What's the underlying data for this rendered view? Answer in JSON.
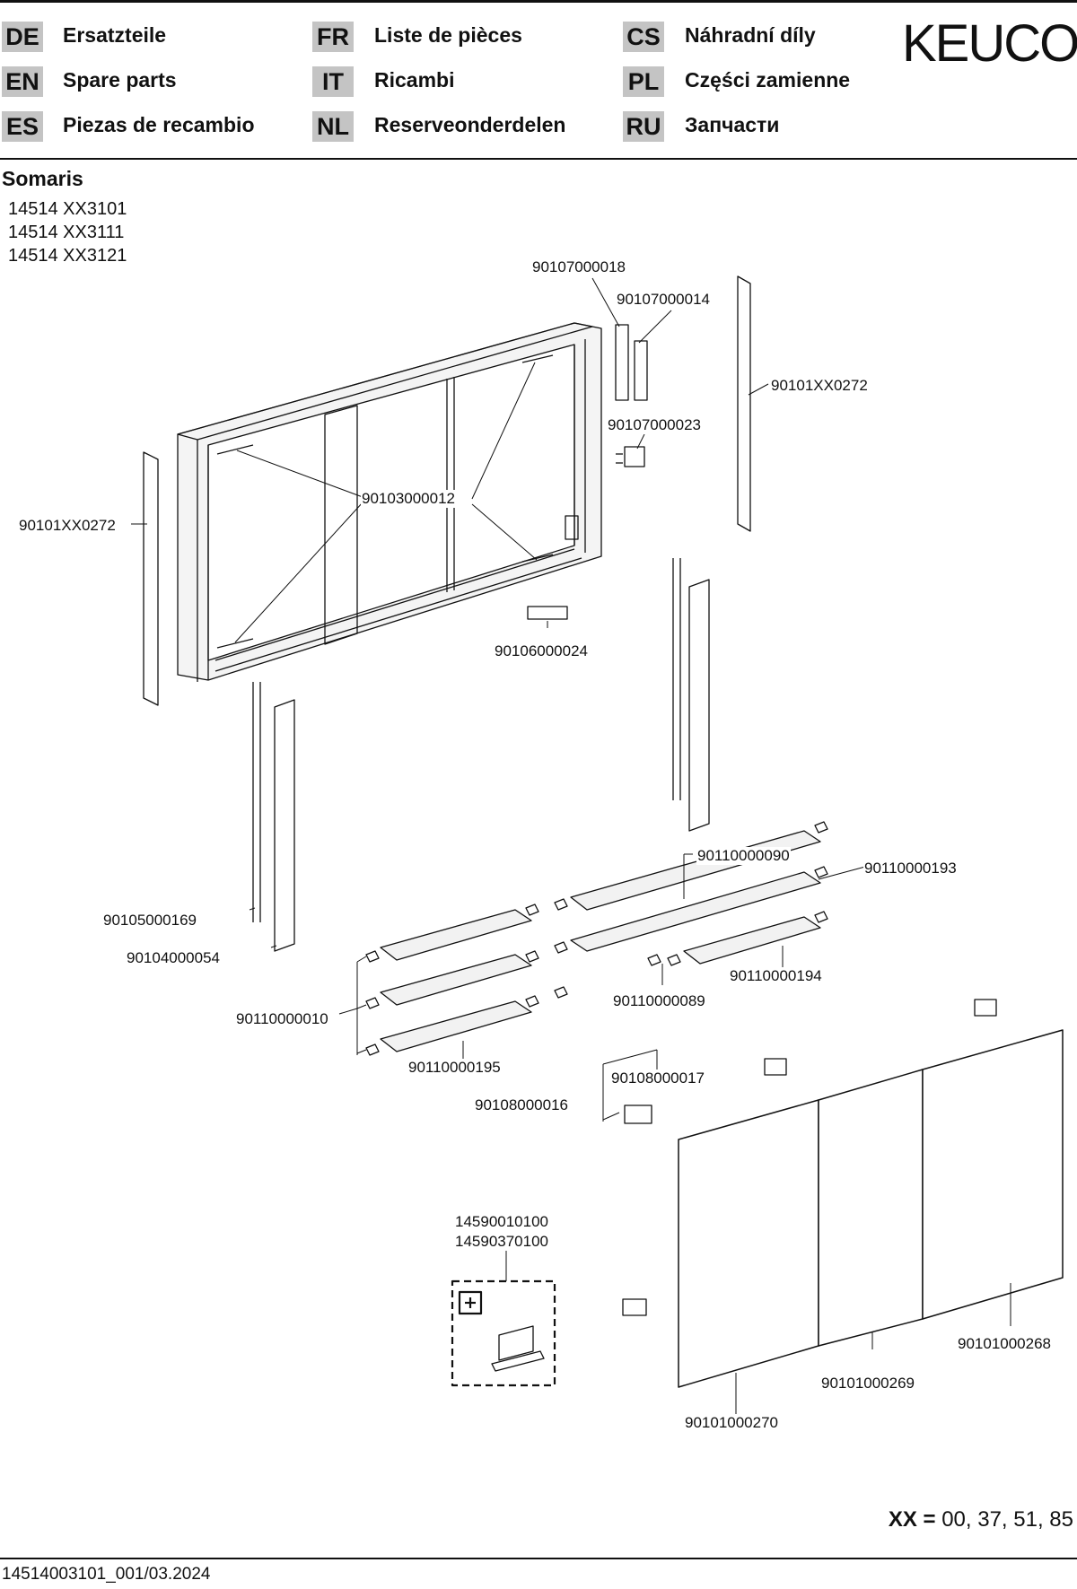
{
  "header": {
    "languages": [
      {
        "code": "DE",
        "label": "Ersatzteile"
      },
      {
        "code": "EN",
        "label": "Spare parts"
      },
      {
        "code": "ES",
        "label": "Piezas de recambio"
      },
      {
        "code": "FR",
        "label": "Liste de pièces"
      },
      {
        "code": "IT",
        "label": "Ricambi"
      },
      {
        "code": "NL",
        "label": "Reserveonderdelen"
      },
      {
        "code": "CS",
        "label": "Náhradní díly"
      },
      {
        "code": "PL",
        "label": "Części zamienne"
      },
      {
        "code": "RU",
        "label": "Запчасти"
      }
    ],
    "brand": "KEUCO"
  },
  "product": {
    "name": "Somaris",
    "articles": [
      "14514 XX3101",
      "14514 XX3111",
      "14514 XX3121"
    ]
  },
  "parts": [
    "90107000018",
    "90107000014",
    "90101XX0272",
    "90107000023",
    "90103000012",
    "90101XX0272",
    "90106000024",
    "90110000090",
    "90110000193",
    "90105000169",
    "90104000054",
    "90110000194",
    "90110000089",
    "90110000010",
    "90110000195",
    "90108000017",
    "90108000016",
    "14590010100",
    "14590370100",
    "90101000268",
    "90101000269",
    "90101000270"
  ],
  "variants": {
    "label": "XX",
    "equals": "=",
    "values": "00, 37, 51, 85"
  },
  "footer": {
    "doc_id": "14514003101_001/03.2024"
  }
}
